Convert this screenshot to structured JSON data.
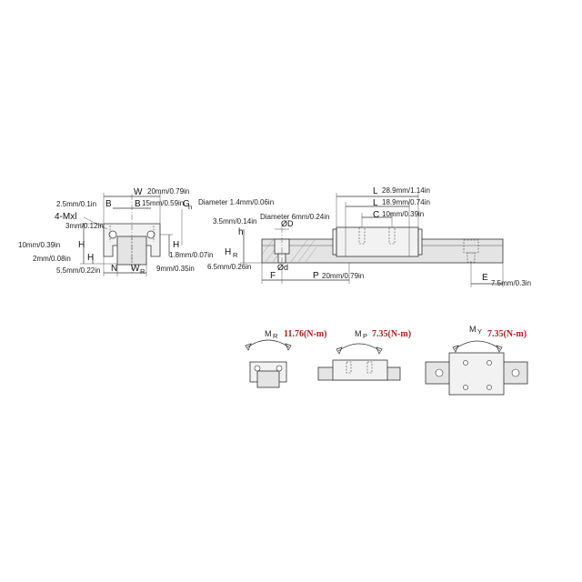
{
  "front_view": {
    "labels": {
      "W": "W",
      "B": "B",
      "B1": "B",
      "G": "G",
      "mxl": "4-Mxl",
      "H": "H",
      "H1": "H",
      "H2": "H",
      "N": "N",
      "WR": "W"
    },
    "dims": {
      "w": "20mm/0.79in",
      "b": "2.5mm/0.1in",
      "b1": "15mm/0.59in",
      "m": "3mm/0.12in",
      "h": "10mm/0.39in",
      "h1": "2mm/0.08in",
      "h2": "1.8mm/0.07in",
      "n": "5.5mm/0.22in",
      "wr": "9mm/0.35in"
    }
  },
  "side_view": {
    "labels": {
      "L": "L",
      "L1": "L",
      "C": "C",
      "h": "h",
      "D": "ØD",
      "d": "Ød",
      "HR": "H",
      "F": "F",
      "P": "P",
      "E": "E"
    },
    "dims": {
      "gn": "Diameter 1.4mm/0.06in",
      "l": "28.9mm/1.14in",
      "l1": "18.9mm/0.74in",
      "c": "10mm/0.39in",
      "d": "Diameter 6mm/0.24in",
      "h": "3.5mm/0.14in",
      "hr": "6.5mm/0.26in",
      "p": "20mm/0.79in",
      "e": "7.5mm/0.3in"
    }
  },
  "moments": [
    {
      "symbol": "M",
      "sub": "R",
      "value": "11.76(N-m)"
    },
    {
      "symbol": "M",
      "sub": "P",
      "value": "7.35(N-m)"
    },
    {
      "symbol": "M",
      "sub": "Y",
      "value": "7.35(N-m)"
    }
  ]
}
